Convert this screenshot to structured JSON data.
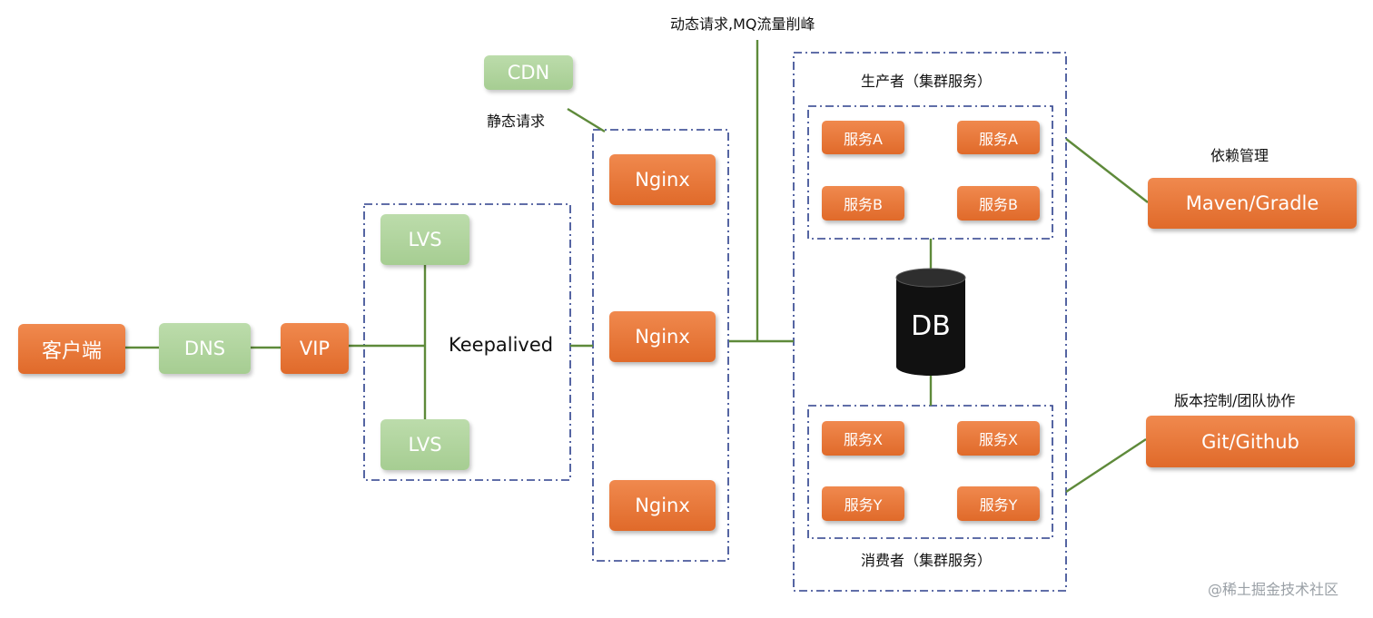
{
  "nodes": {
    "client": "客户端",
    "dns": "DNS",
    "vip": "VIP",
    "lvs_top": "LVS",
    "lvs_bottom": "LVS",
    "cdn": "CDN",
    "nginx_1": "Nginx",
    "nginx_2": "Nginx",
    "nginx_3": "Nginx",
    "db": "DB",
    "maven": "Maven/Gradle",
    "git": "Git/Github",
    "producer_services": [
      "服务A",
      "服务A",
      "服务B",
      "服务B"
    ],
    "consumer_services": [
      "服务X",
      "服务X",
      "服务Y",
      "服务Y"
    ]
  },
  "labels": {
    "keepalived": "Keepalived",
    "static_request": "静态请求",
    "dynamic_request": "动态请求,MQ流量削峰",
    "producer_title": "生产者（集群服务）",
    "consumer_title": "消费者（集群服务）",
    "dependency_mgmt": "依赖管理",
    "version_control": "版本控制/团队协作",
    "watermark": "@稀土掘金技术社区"
  },
  "colors": {
    "orange_node": "#e8773a",
    "green_node": "#a9cf96",
    "connector": "#5e8a3a",
    "group_border": "#2b3f8c",
    "db": "#111111"
  }
}
